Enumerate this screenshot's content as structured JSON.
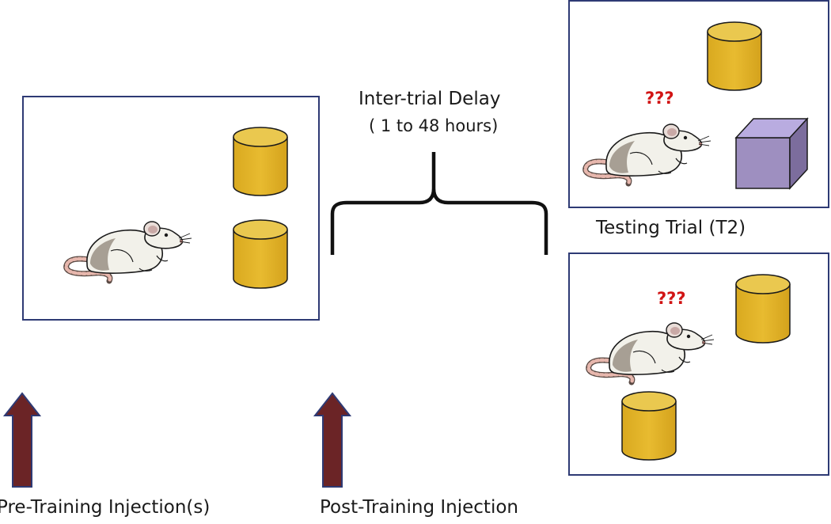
{
  "labels": {
    "delay_title": "Inter-trial Delay",
    "delay_range": "( 1 to 48 hours)",
    "testing_trial": "Testing Trial (T2)",
    "pre_training": "Pre-Training Injection(s)",
    "post_training": "Post-Training Injection",
    "question_marks_top": "???",
    "question_marks_bottom": "???"
  },
  "colors": {
    "box_border": "#2e3a74",
    "cylinder": "#e3b52a",
    "cube": "#9e8fc0",
    "arrow": "#6b2426",
    "question_marks": "#d11414"
  },
  "icons": [
    "mouse-icon",
    "cylinder-icon",
    "cube-icon",
    "arrow-up-icon",
    "curly-brace-icon"
  ]
}
